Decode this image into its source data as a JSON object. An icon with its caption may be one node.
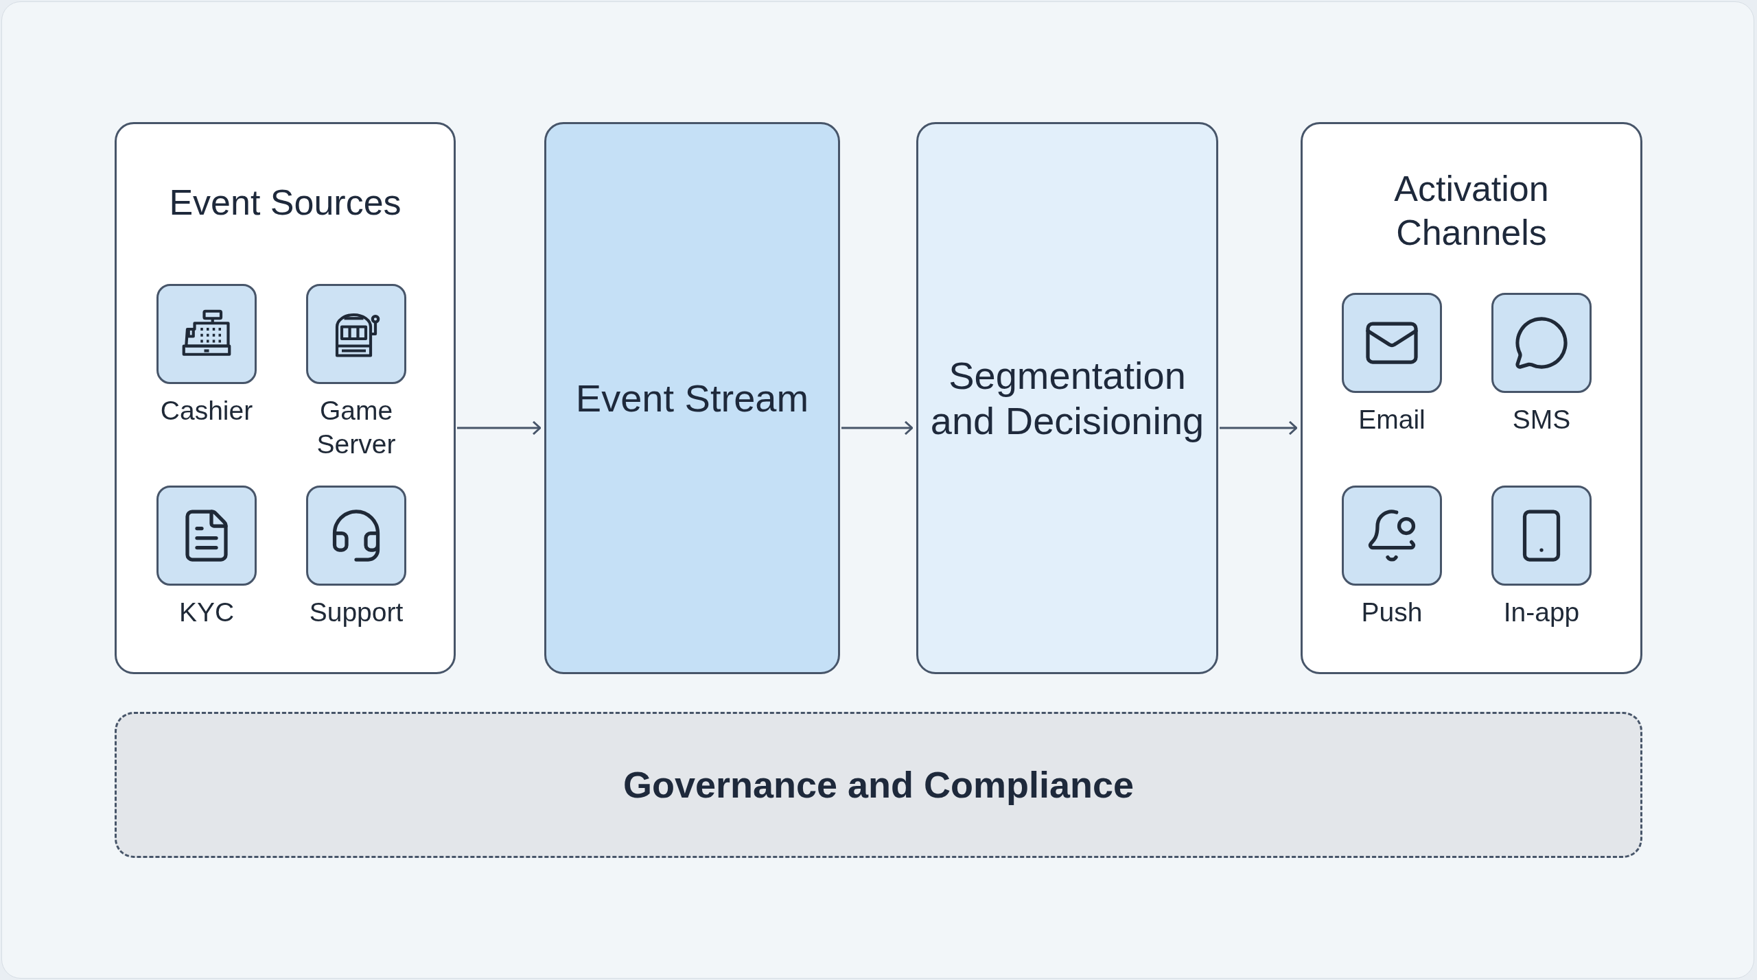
{
  "diagram": {
    "nodes": [
      {
        "text": [
          "Event Sources"
        ]
      },
      {
        "text": [
          "Cashier"
        ],
        "in": 0
      },
      {
        "text": [
          "Game Server"
        ],
        "in": 0
      },
      {
        "text": [
          "KYC"
        ],
        "in": 0
      },
      {
        "text": [
          "Support"
        ],
        "in": 0
      },
      {
        "text": [
          "Event Stream"
        ]
      },
      {
        "text": [
          "Segmentation and Decisioning"
        ]
      },
      {
        "text": [
          "Activation Channels"
        ]
      },
      {
        "text": [
          "Email"
        ],
        "in": 7
      },
      {
        "text": [
          "SMS"
        ],
        "in": 7
      },
      {
        "text": [
          "Push"
        ],
        "in": 7
      },
      {
        "text": [
          "In-app"
        ],
        "in": 7
      },
      {
        "text": [
          "Governance and Compliance"
        ]
      }
    ],
    "edges": [
      {
        "from": 0,
        "to": 5,
        "arrow": "to"
      },
      {
        "from": 5,
        "to": 6,
        "arrow": "to"
      },
      {
        "from": 6,
        "to": 7,
        "arrow": "to"
      }
    ]
  }
}
